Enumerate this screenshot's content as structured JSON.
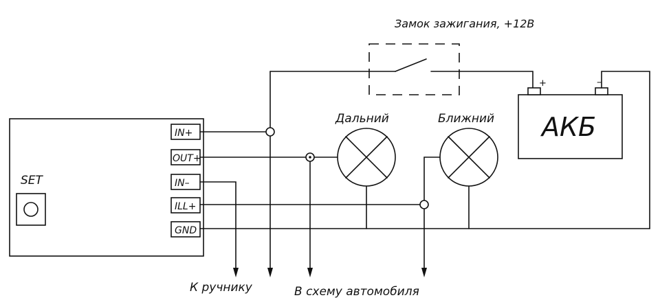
{
  "labels": {
    "ignition": "Замок зажигания, +12В",
    "high_beam": "Дальний",
    "low_beam": "Ближний",
    "battery": "АКБ",
    "battery_plus": "+",
    "battery_minus": "–",
    "set": "SET",
    "to_handbrake": "К ручнику",
    "to_car_circuit": "В схему автомобиля"
  },
  "terminals": [
    {
      "label": "IN+"
    },
    {
      "label": "OUT+"
    },
    {
      "label": "IN–"
    },
    {
      "label": "ILL+"
    },
    {
      "label": "GND"
    }
  ]
}
